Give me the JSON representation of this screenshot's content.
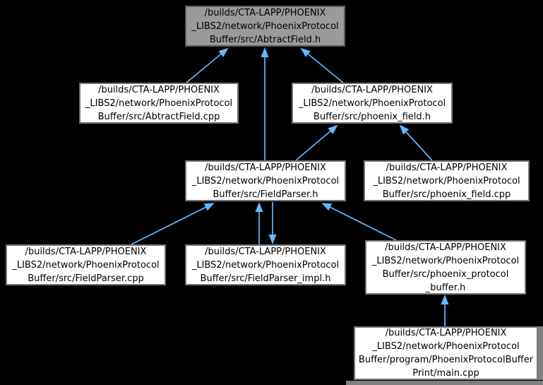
{
  "diagram": {
    "type": "include-dependency-graph",
    "colors": {
      "background": "#000000",
      "edge": "#63b8ff",
      "node_fill": "#ffffff",
      "node_border": "#757575",
      "current_node_fill": "#9a9a9a",
      "scrollbar_thumb": "#7f7f7f"
    },
    "nodes": [
      {
        "id": "AbtractField.h",
        "current": true,
        "label": "/builds/CTA-LAPP/PHOENIX\n_LIBS2/network/PhoenixProtocol\nBuffer/src/AbtractField.h"
      },
      {
        "id": "AbtractField.cpp",
        "current": false,
        "label": "/builds/CTA-LAPP/PHOENIX\n_LIBS2/network/PhoenixProtocol\nBuffer/src/AbtractField.cpp"
      },
      {
        "id": "phoenix_field.h",
        "current": false,
        "label": "/builds/CTA-LAPP/PHOENIX\n_LIBS2/network/PhoenixProtocol\nBuffer/src/phoenix_field.h"
      },
      {
        "id": "FieldParser.h",
        "current": false,
        "label": "/builds/CTA-LAPP/PHOENIX\n_LIBS2/network/PhoenixProtocol\nBuffer/src/FieldParser.h"
      },
      {
        "id": "phoenix_field.cpp",
        "current": false,
        "label": "/builds/CTA-LAPP/PHOENIX\n_LIBS2/network/PhoenixProtocol\nBuffer/src/phoenix_field.cpp"
      },
      {
        "id": "FieldParser.cpp",
        "current": false,
        "label": "/builds/CTA-LAPP/PHOENIX\n_LIBS2/network/PhoenixProtocol\nBuffer/src/FieldParser.cpp"
      },
      {
        "id": "FieldParser_impl.h",
        "current": false,
        "label": "/builds/CTA-LAPP/PHOENIX\n_LIBS2/network/PhoenixProtocol\nBuffer/src/FieldParser_impl.h"
      },
      {
        "id": "phoenix_protocol_buffer.h",
        "current": false,
        "label": "/builds/CTA-LAPP/PHOENIX\n_LIBS2/network/PhoenixProtocol\nBuffer/src/phoenix_protocol\n_buffer.h"
      },
      {
        "id": "main.cpp",
        "current": false,
        "label": "/builds/CTA-LAPP/PHOENIX\n_LIBS2/network/PhoenixProtocol\nBuffer/program/PhoenixProtocolBuffer\nPrint/main.cpp"
      }
    ],
    "edges": [
      {
        "from": "AbtractField.cpp",
        "to": "AbtractField.h"
      },
      {
        "from": "FieldParser.h",
        "to": "AbtractField.h"
      },
      {
        "from": "phoenix_field.h",
        "to": "AbtractField.h"
      },
      {
        "from": "FieldParser.h",
        "to": "phoenix_field.h"
      },
      {
        "from": "phoenix_field.cpp",
        "to": "phoenix_field.h"
      },
      {
        "from": "FieldParser.cpp",
        "to": "FieldParser.h"
      },
      {
        "from": "FieldParser_impl.h",
        "to": "FieldParser.h"
      },
      {
        "from": "FieldParser.h",
        "to": "FieldParser_impl.h"
      },
      {
        "from": "phoenix_protocol_buffer.h",
        "to": "FieldParser.h"
      },
      {
        "from": "main.cpp",
        "to": "phoenix_protocol_buffer.h"
      }
    ]
  }
}
